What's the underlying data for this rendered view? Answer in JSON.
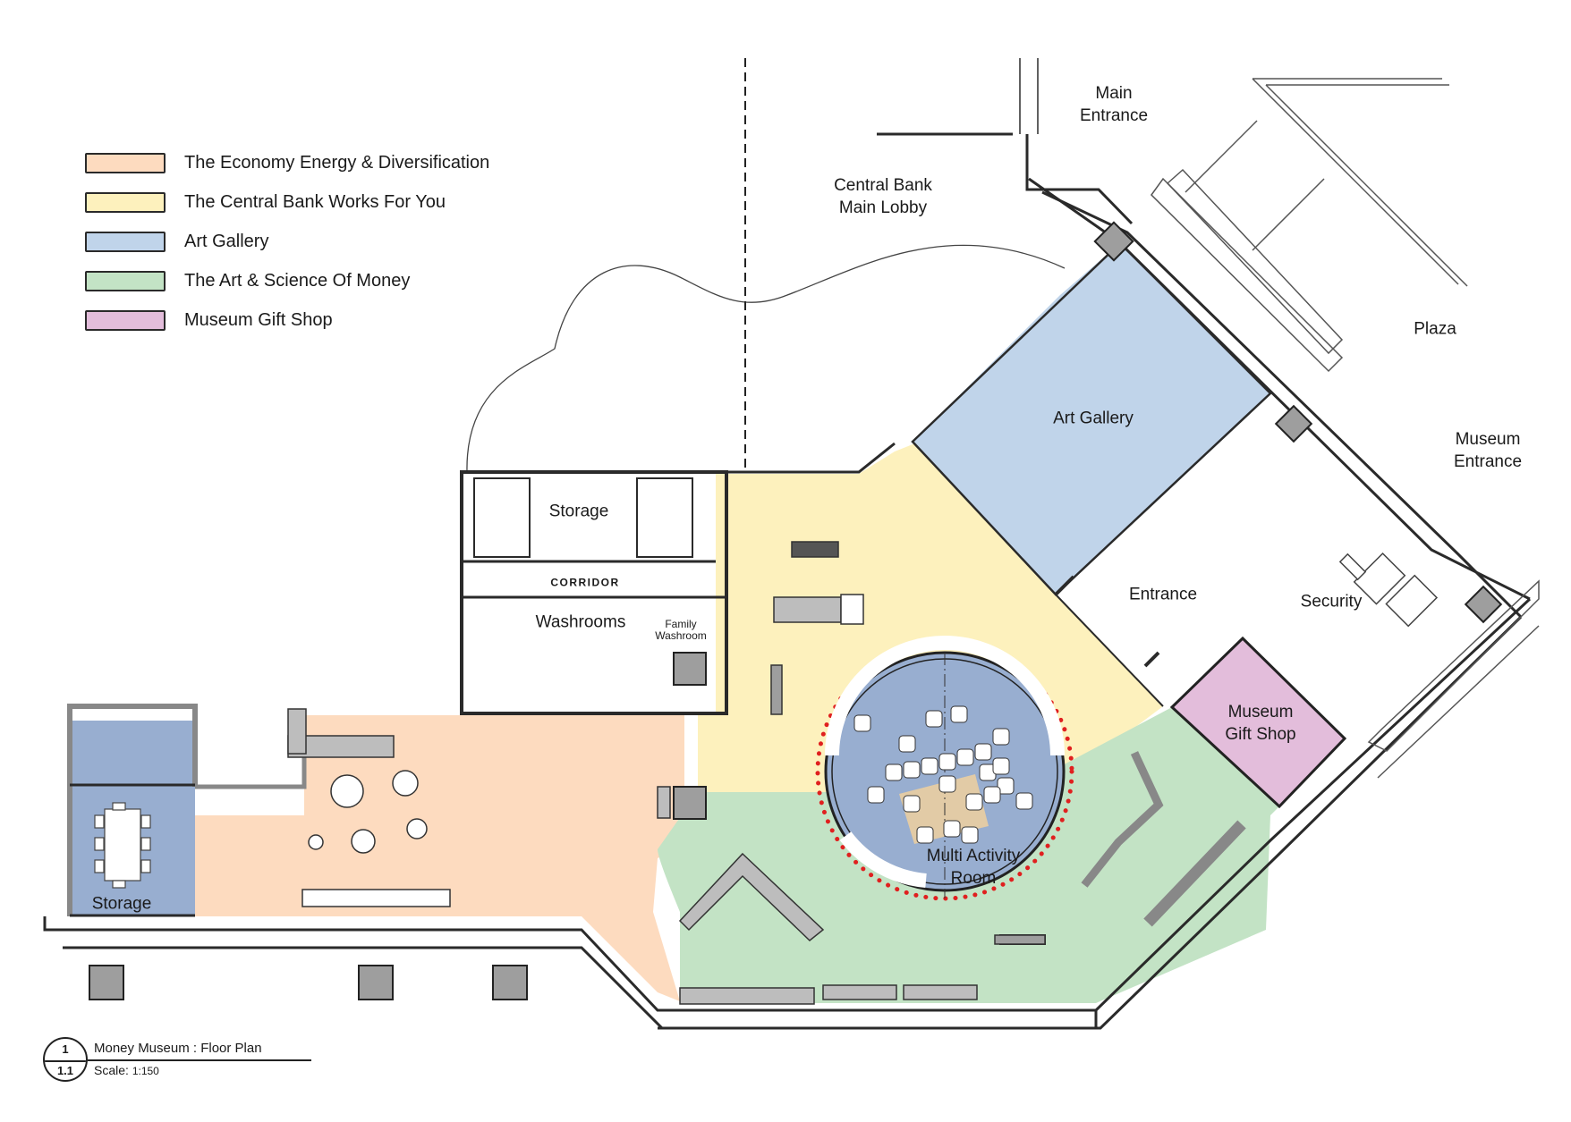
{
  "title_block": {
    "drawing_number": "1",
    "sheet_number": "1.1",
    "title": "Money Museum : Floor Plan",
    "scale_label": "Scale:",
    "scale_value": "1:150"
  },
  "legend": [
    {
      "label": "The Economy Energy & Diversification",
      "color": "#fddbbf"
    },
    {
      "label": "The Central Bank Works For You",
      "color": "#fdf1bd"
    },
    {
      "label": "Art Gallery",
      "color": "#c0d4ea"
    },
    {
      "label": "The Art & Science Of Money",
      "color": "#c3e3c5"
    },
    {
      "label": "Museum Gift Shop",
      "color": "#e3bddb"
    }
  ],
  "colors": {
    "economy": "#fddbbf",
    "central_bank": "#fdf1bd",
    "art_gallery": "#c0d4ea",
    "art_science": "#c3e3c5",
    "gift_shop": "#e3bddb",
    "storage_blue": "#98aed0",
    "multi_activity": "#98aed0",
    "stage": "#e2cba6",
    "wall": "#2a2a2a",
    "wall_fill": "#bdbdbd",
    "column": "#9e9e9e",
    "fire_dots": "#e0201f"
  },
  "room_labels": {
    "main_entrance": [
      "Main",
      "Entrance"
    ],
    "central_bank_lobby": [
      "Central Bank",
      "Main Lobby"
    ],
    "plaza": "Plaza",
    "art_gallery": "Art Gallery",
    "museum_entrance": [
      "Museum",
      "Entrance"
    ],
    "entrance": "Entrance",
    "security": "Security",
    "storage_top": "Storage",
    "corridor": "CORRIDOR",
    "washrooms": "Washrooms",
    "family_washroom": [
      "Family",
      "Washroom"
    ],
    "multi_activity_room": [
      "Multi Activity",
      "Room"
    ],
    "museum_gift_shop": [
      "Museum",
      "Gift Shop"
    ],
    "storage_left": "Storage"
  }
}
